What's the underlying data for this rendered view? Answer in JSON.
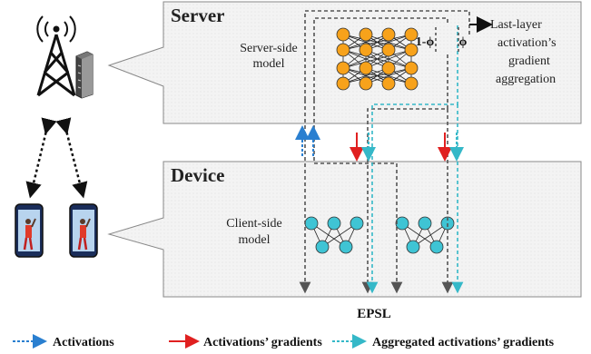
{
  "server": {
    "title": "Server",
    "model_label": [
      "Server-side",
      "model"
    ],
    "phi_label": "1-ϕ",
    "phi_label_2": "ϕ",
    "aggregation_label": [
      "Last-layer",
      "activation’s",
      "gradient",
      "aggregation"
    ]
  },
  "device": {
    "title": "Device",
    "model_label": [
      "Client-side",
      "model"
    ]
  },
  "caption": "EPSL",
  "legend": {
    "items": [
      {
        "label": "Activations",
        "color": "#2a7fd0"
      },
      {
        "label": "Activations’ gradients",
        "color": "#e02020"
      },
      {
        "label": "Aggregated activations’ gradients",
        "color": "#35b8c8"
      }
    ]
  },
  "colors": {
    "server_node": "#f7a21b",
    "client_node": "#3fc4d4",
    "panel_fill": "#f0f0f0",
    "dashed_gray": "#555555"
  },
  "icons": [
    "cell-tower-icon",
    "server-rack-icon",
    "smartphone-icon"
  ]
}
